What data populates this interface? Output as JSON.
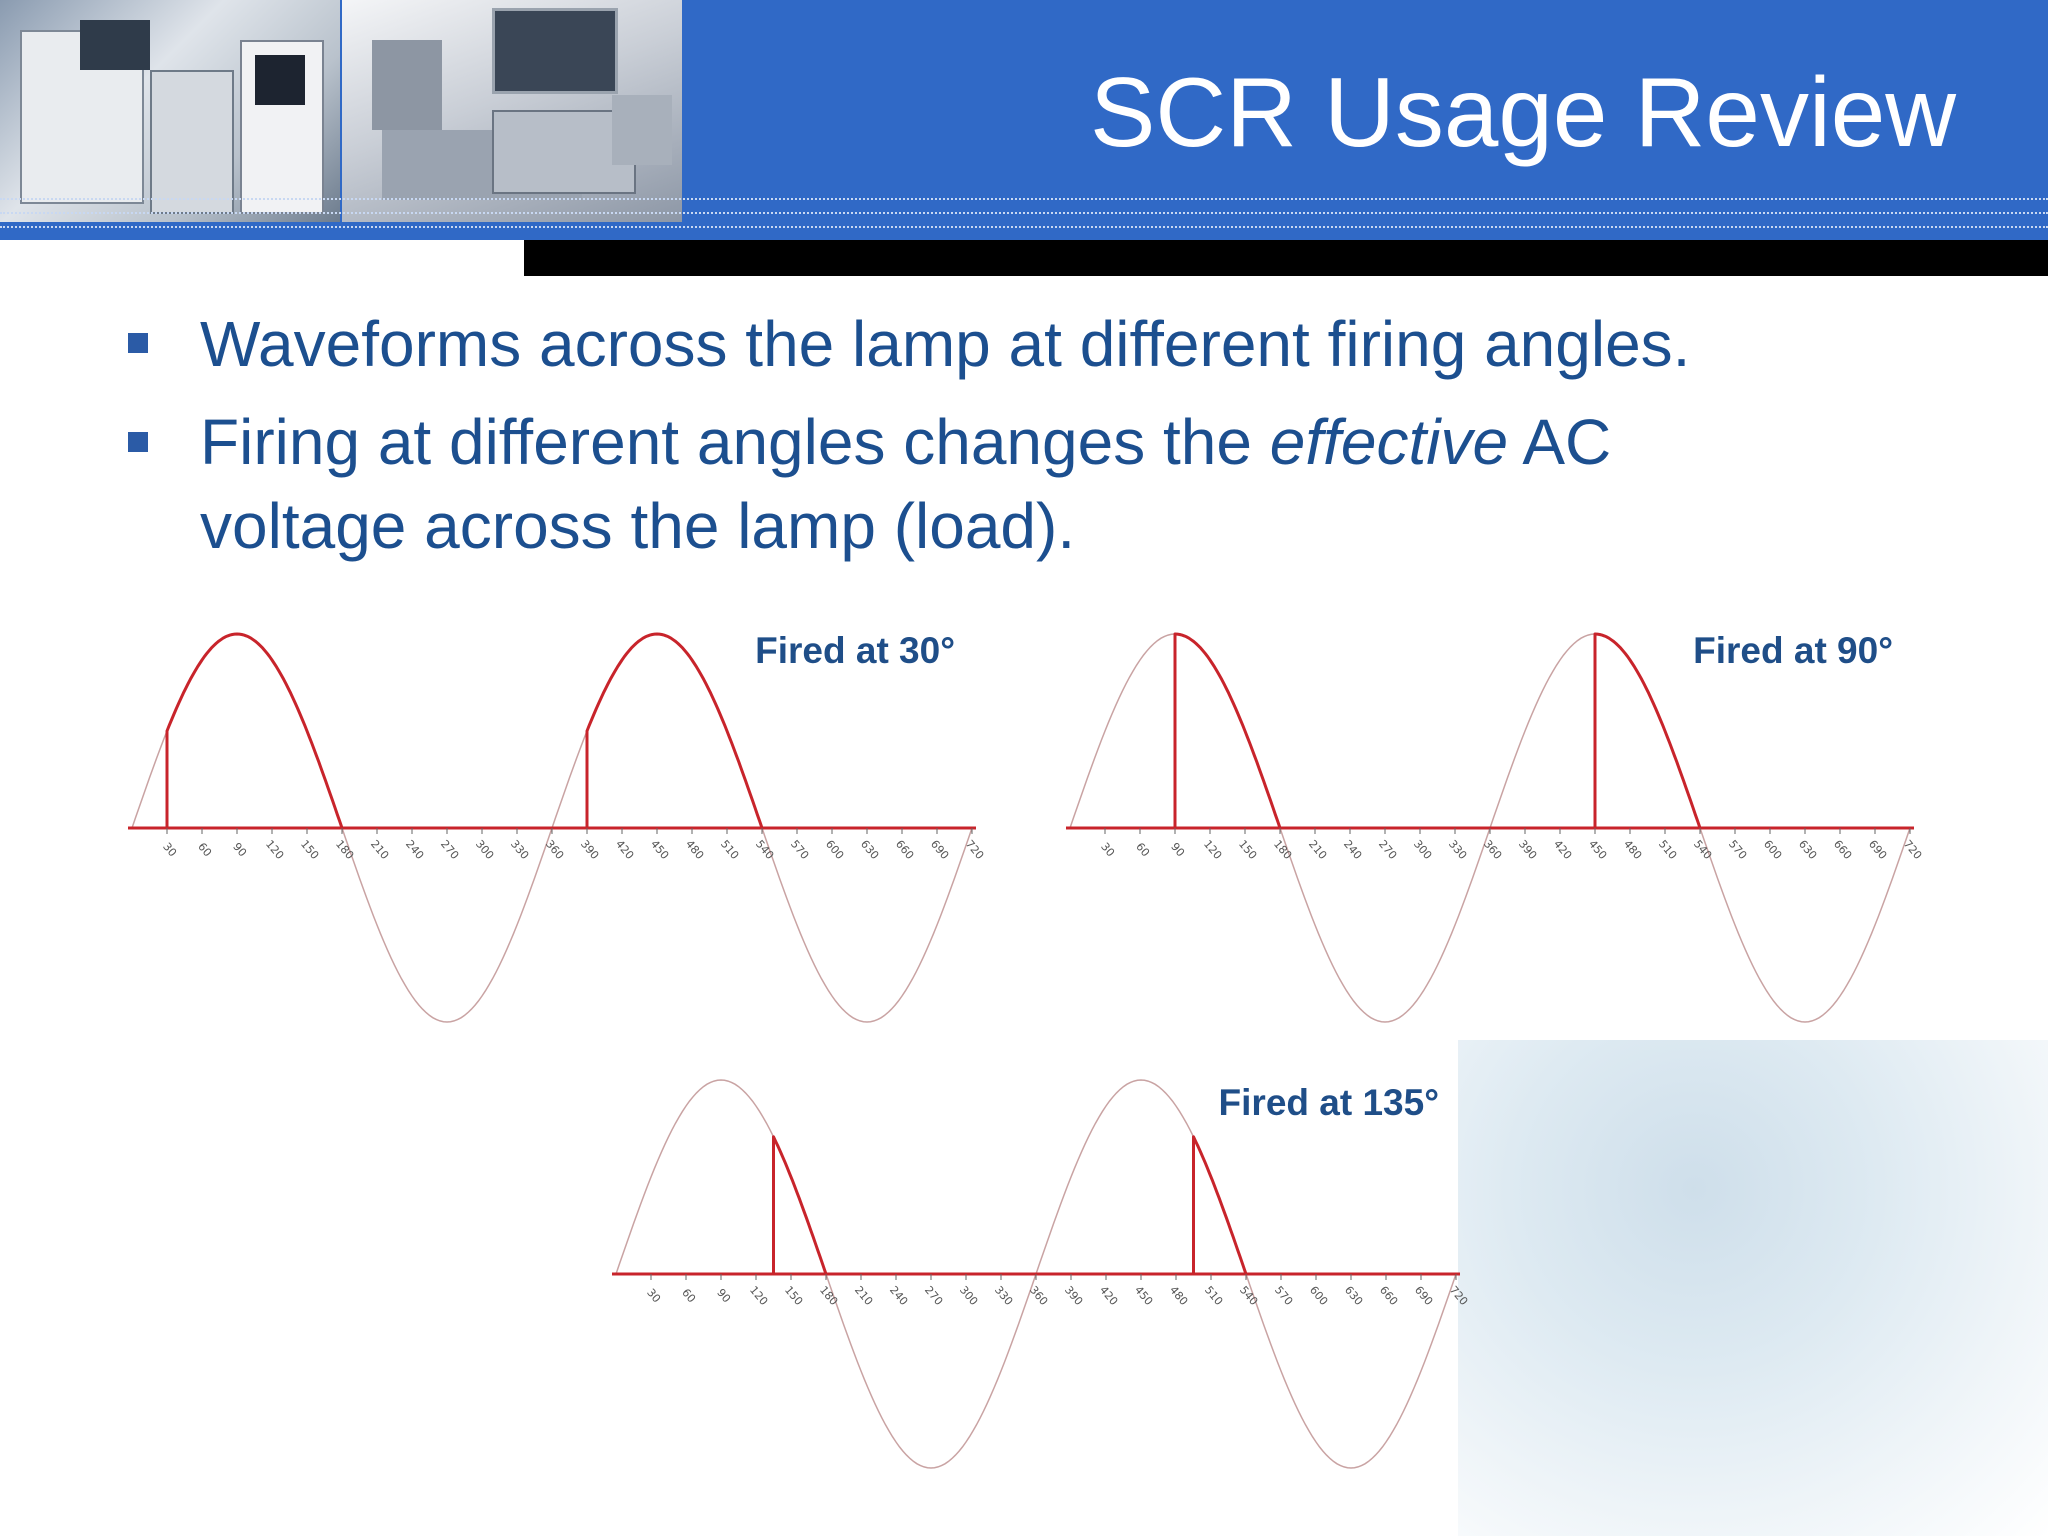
{
  "slide": {
    "title": "SCR Usage Review",
    "bullets": [
      {
        "text": "Waveforms across the lamp at different firing angles.",
        "emphasis_word": ""
      },
      {
        "before": "Firing at different angles changes the ",
        "emphasis": "effective",
        "after": " AC",
        "line2": "voltage across the lamp (load)."
      }
    ]
  },
  "colors": {
    "header_blue": "#3069c6",
    "text_blue": "#1c4f8f",
    "waveform_red": "#c8242b",
    "reference_sine": "#c9a3a3"
  },
  "chart_data": [
    {
      "type": "line",
      "title": "Fired at 30°",
      "x_unit": "degrees",
      "xlim": [
        0,
        720
      ],
      "x_ticks": [
        30,
        60,
        90,
        120,
        150,
        180,
        210,
        240,
        270,
        300,
        330,
        360,
        390,
        420,
        450,
        480,
        510,
        540,
        570,
        600,
        630,
        660,
        690,
        720
      ],
      "firing_angle": 30,
      "series": [
        {
          "role": "reference",
          "x": [
            0,
            30,
            60,
            90,
            120,
            150,
            180,
            210,
            240,
            270,
            300,
            330,
            360,
            390,
            420,
            450,
            480,
            510,
            540,
            570,
            600,
            630,
            660,
            690,
            720
          ],
          "y": [
            0,
            0.5,
            0.87,
            1,
            0.87,
            0.5,
            0,
            -0.5,
            -0.87,
            -1,
            -0.87,
            -0.5,
            0,
            0.5,
            0.87,
            1,
            0.87,
            0.5,
            0,
            -0.5,
            -0.87,
            -1,
            -0.87,
            -0.5,
            0
          ]
        },
        {
          "role": "lamp",
          "x": [
            0,
            30,
            30,
            60,
            90,
            120,
            150,
            180,
            360,
            390,
            390,
            420,
            450,
            480,
            510,
            540,
            720
          ],
          "y": [
            0,
            0,
            0.5,
            0.87,
            1,
            0.87,
            0.5,
            0,
            0,
            0,
            0.5,
            0.87,
            1,
            0.87,
            0.5,
            0,
            0
          ]
        }
      ]
    },
    {
      "type": "line",
      "title": "Fired at 90°",
      "x_unit": "degrees",
      "xlim": [
        0,
        720
      ],
      "x_ticks": [
        30,
        60,
        90,
        120,
        150,
        180,
        210,
        240,
        270,
        300,
        330,
        360,
        390,
        420,
        450,
        480,
        510,
        540,
        570,
        600,
        630,
        660,
        690,
        720
      ],
      "firing_angle": 90,
      "series": [
        {
          "role": "reference",
          "x": [
            0,
            30,
            60,
            90,
            120,
            150,
            180,
            210,
            240,
            270,
            300,
            330,
            360,
            390,
            420,
            450,
            480,
            510,
            540,
            570,
            600,
            630,
            660,
            690,
            720
          ],
          "y": [
            0,
            0.5,
            0.87,
            1,
            0.87,
            0.5,
            0,
            -0.5,
            -0.87,
            -1,
            -0.87,
            -0.5,
            0,
            0.5,
            0.87,
            1,
            0.87,
            0.5,
            0,
            -0.5,
            -0.87,
            -1,
            -0.87,
            -0.5,
            0
          ]
        },
        {
          "role": "lamp",
          "x": [
            0,
            90,
            90,
            120,
            150,
            180,
            360,
            450,
            450,
            480,
            510,
            540,
            720
          ],
          "y": [
            0,
            0,
            1,
            0.87,
            0.5,
            0,
            0,
            0,
            1,
            0.87,
            0.5,
            0,
            0
          ]
        }
      ]
    },
    {
      "type": "line",
      "title": "Fired at 135°",
      "x_unit": "degrees",
      "xlim": [
        0,
        720
      ],
      "x_ticks": [
        30,
        60,
        90,
        120,
        150,
        180,
        210,
        240,
        270,
        300,
        330,
        360,
        390,
        420,
        450,
        480,
        510,
        540,
        570,
        600,
        630,
        660,
        690,
        720
      ],
      "firing_angle": 135,
      "series": [
        {
          "role": "reference",
          "x": [
            0,
            30,
            60,
            90,
            120,
            150,
            180,
            210,
            240,
            270,
            300,
            330,
            360,
            390,
            420,
            450,
            480,
            510,
            540,
            570,
            600,
            630,
            660,
            690,
            720
          ],
          "y": [
            0,
            0.5,
            0.87,
            1,
            0.87,
            0.5,
            0,
            -0.5,
            -0.87,
            -1,
            -0.87,
            -0.5,
            0,
            0.5,
            0.87,
            1,
            0.87,
            0.5,
            0,
            -0.5,
            -0.87,
            -1,
            -0.87,
            -0.5,
            0
          ]
        },
        {
          "role": "lamp",
          "x": [
            0,
            135,
            135,
            150,
            165,
            180,
            360,
            495,
            495,
            510,
            525,
            540,
            720
          ],
          "y": [
            0,
            0,
            0.71,
            0.5,
            0.26,
            0,
            0,
            0,
            0.71,
            0.5,
            0.26,
            0,
            0
          ]
        }
      ]
    }
  ]
}
